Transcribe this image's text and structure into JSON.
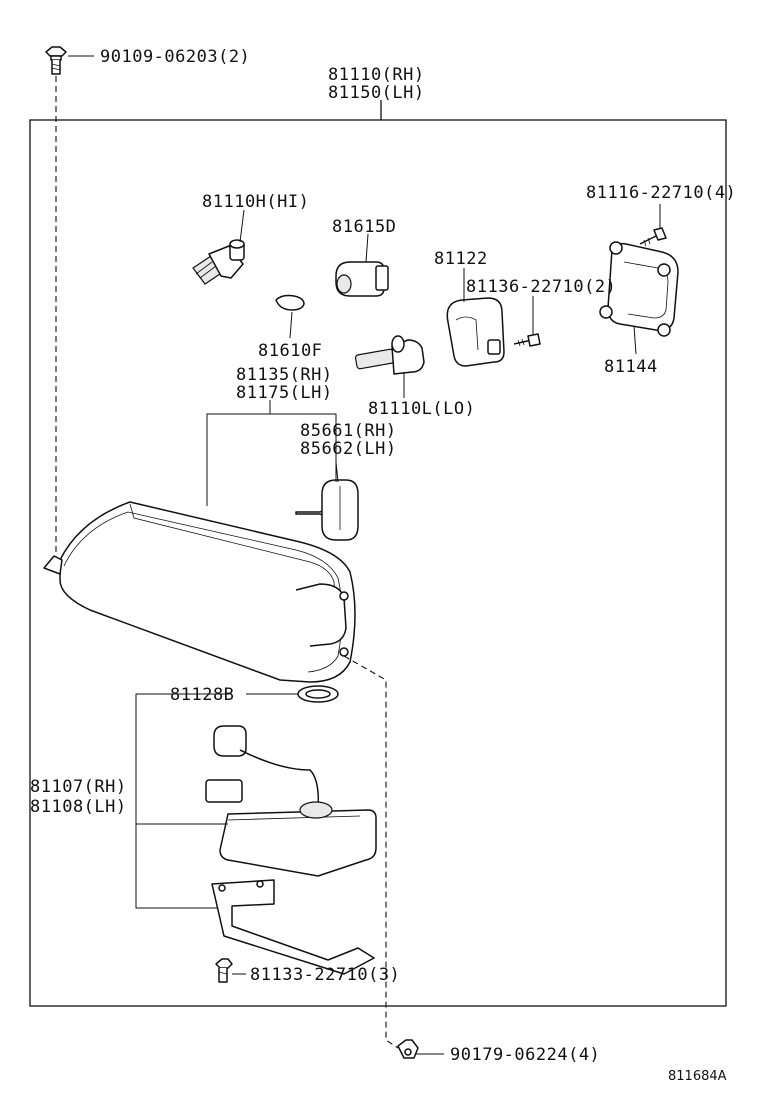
{
  "labels": {
    "screw_top": "90109-06203(2)",
    "assy_rh": "81110(RH)",
    "assy_lh": "81150(LH)",
    "bulb_hi": "81110H(HI)",
    "socket_d": "81615D",
    "clip_f": "81610F",
    "cover": "81122",
    "screw_4": "81116-22710(4)",
    "screw_2": "81136-22710(2)",
    "rear_cover": "81144",
    "unit_rh": "81135(RH)",
    "unit_lh": "81175(LH)",
    "bulb_lo": "81110L(LO)",
    "socket_rh": "85661(RH)",
    "socket_lh": "85662(LH)",
    "gasket": "81128B",
    "ballast_rh": "81107(RH)",
    "ballast_lh": "81108(LH)",
    "screw_3": "81133-22710(3)",
    "nut_bottom": "90179-06224(4)",
    "figure_ref": "811684A"
  }
}
